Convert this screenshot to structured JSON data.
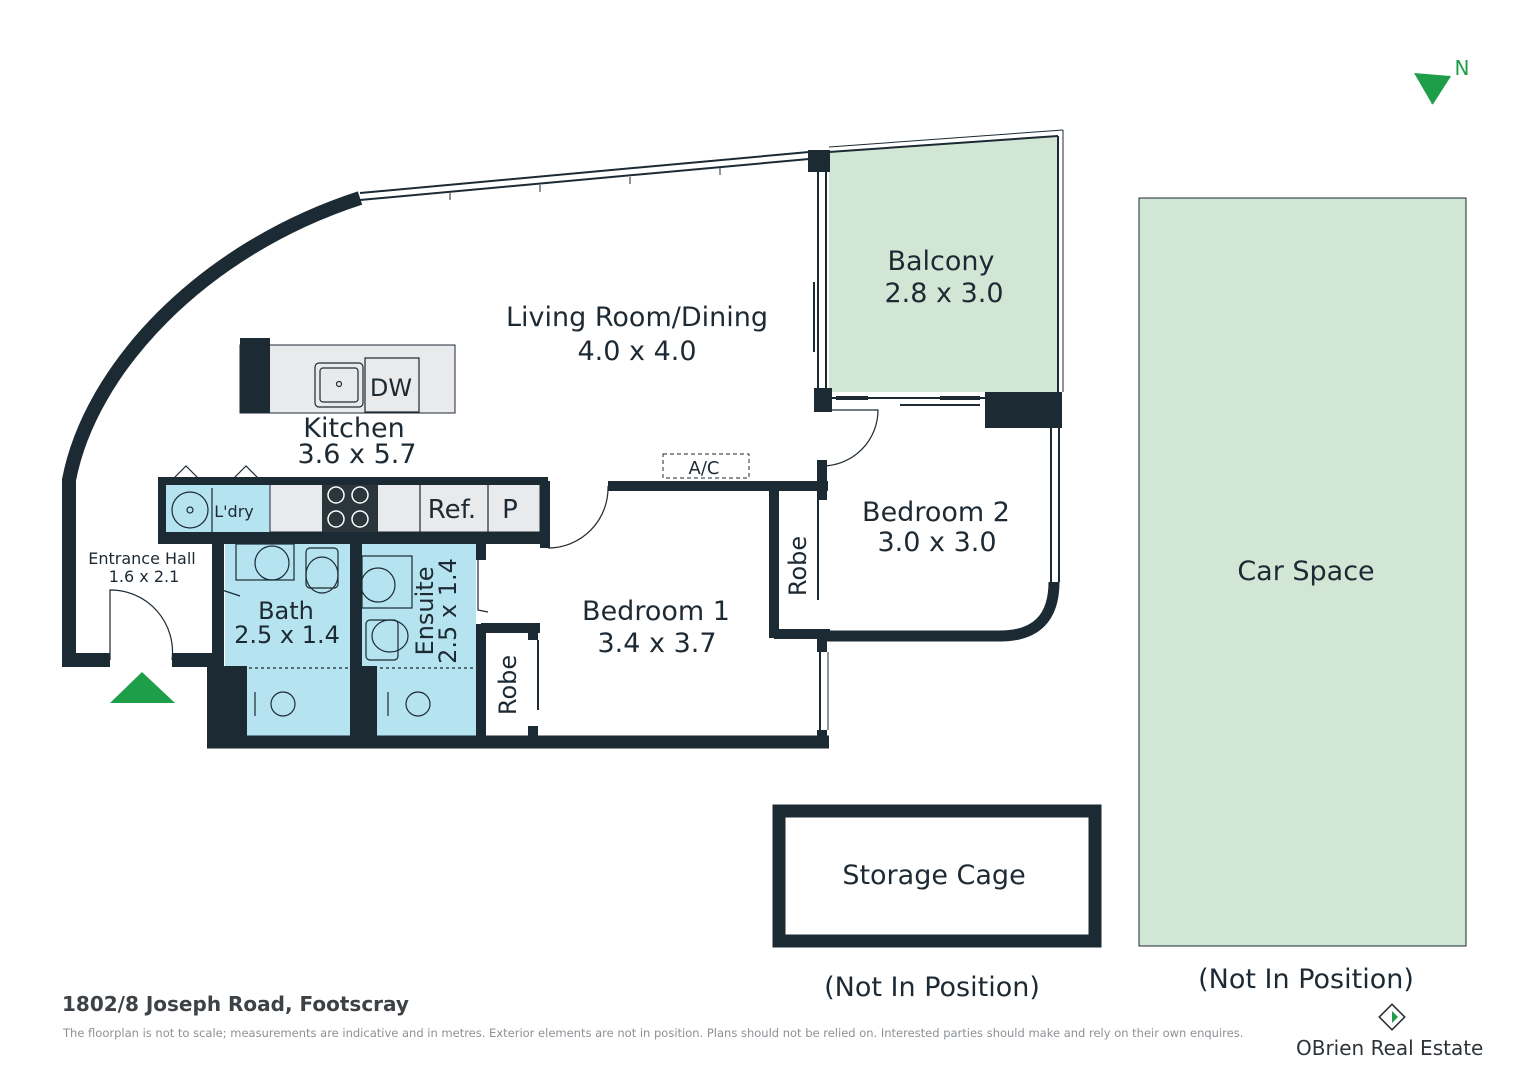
{
  "rooms": {
    "living": {
      "name": "Living Room/Dining",
      "size": "4.0 x 4.0"
    },
    "balcony": {
      "name": "Balcony",
      "size": "2.8 x 3.0"
    },
    "kitchen": {
      "name": "Kitchen",
      "size": "3.6 x 5.7"
    },
    "bedroom2": {
      "name": "Bedroom 2",
      "size": "3.0 x 3.0"
    },
    "bedroom1": {
      "name": "Bedroom 1",
      "size": "3.4 x 3.7"
    },
    "entrance": {
      "name": "Entrance Hall",
      "size": "1.6 x 2.1"
    },
    "bath": {
      "name": "Bath",
      "size": "2.5 x 1.4"
    },
    "ensuite": {
      "name": "Ensuite",
      "size": "2.5 x 1.4"
    },
    "car_space": {
      "name": "Car Space",
      "note": "(Not In Position)"
    },
    "storage": {
      "name": "Storage Cage",
      "note": "(Not In Position)"
    }
  },
  "fixtures": {
    "dw": "DW",
    "ref": "Ref.",
    "pantry": "P",
    "laundry": "L'dry",
    "ac": "A/C",
    "robe1": "Robe",
    "robe2": "Robe"
  },
  "compass": "N",
  "footer": {
    "address": "1802/8 Joseph Road, Footscray",
    "disclaimer": "The floorplan is not to scale; measurements are indicative and in metres. Exterior elements are not in position. Plans should not be relied on. Interested parties should make and rely on their own enquires.",
    "brand": "OBrien Real Estate"
  },
  "colors": {
    "wall": "#1c2a33",
    "outdoor": "#d2e6d6",
    "wet": "#b5e3ef",
    "counter": "#e9eaeb",
    "accent": "#1f9e4a"
  }
}
